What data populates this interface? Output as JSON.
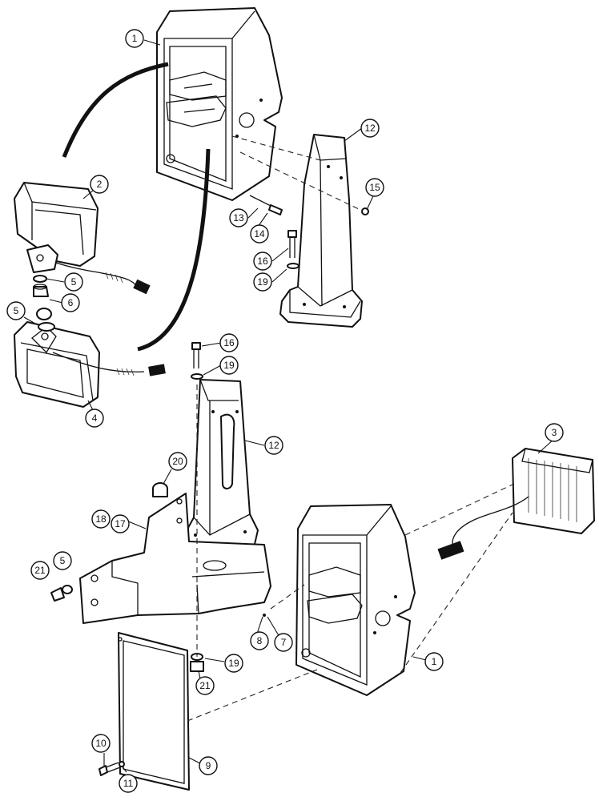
{
  "callouts": [
    {
      "key": "c1a",
      "label": "1"
    },
    {
      "key": "c2",
      "label": "2"
    },
    {
      "key": "c5a",
      "label": "5"
    },
    {
      "key": "c6",
      "label": "6"
    },
    {
      "key": "c5b",
      "label": "5"
    },
    {
      "key": "c4",
      "label": "4"
    },
    {
      "key": "c12a",
      "label": "12"
    },
    {
      "key": "c15",
      "label": "15"
    },
    {
      "key": "c13",
      "label": "13"
    },
    {
      "key": "c14",
      "label": "14"
    },
    {
      "key": "c16a",
      "label": "16"
    },
    {
      "key": "c19a",
      "label": "19"
    },
    {
      "key": "c16b",
      "label": "16"
    },
    {
      "key": "c19b",
      "label": "19"
    },
    {
      "key": "c12b",
      "label": "12"
    },
    {
      "key": "c20",
      "label": "20"
    },
    {
      "key": "c18",
      "label": "18"
    },
    {
      "key": "c17",
      "label": "17"
    },
    {
      "key": "c5c",
      "label": "5"
    },
    {
      "key": "c21a",
      "label": "21"
    },
    {
      "key": "c3",
      "label": "3"
    },
    {
      "key": "c8",
      "label": "8"
    },
    {
      "key": "c7",
      "label": "7"
    },
    {
      "key": "c1b",
      "label": "1"
    },
    {
      "key": "c19c",
      "label": "19"
    },
    {
      "key": "c21b",
      "label": "21"
    },
    {
      "key": "c10",
      "label": "10"
    },
    {
      "key": "c11",
      "label": "11"
    },
    {
      "key": "c9",
      "label": "9"
    }
  ]
}
